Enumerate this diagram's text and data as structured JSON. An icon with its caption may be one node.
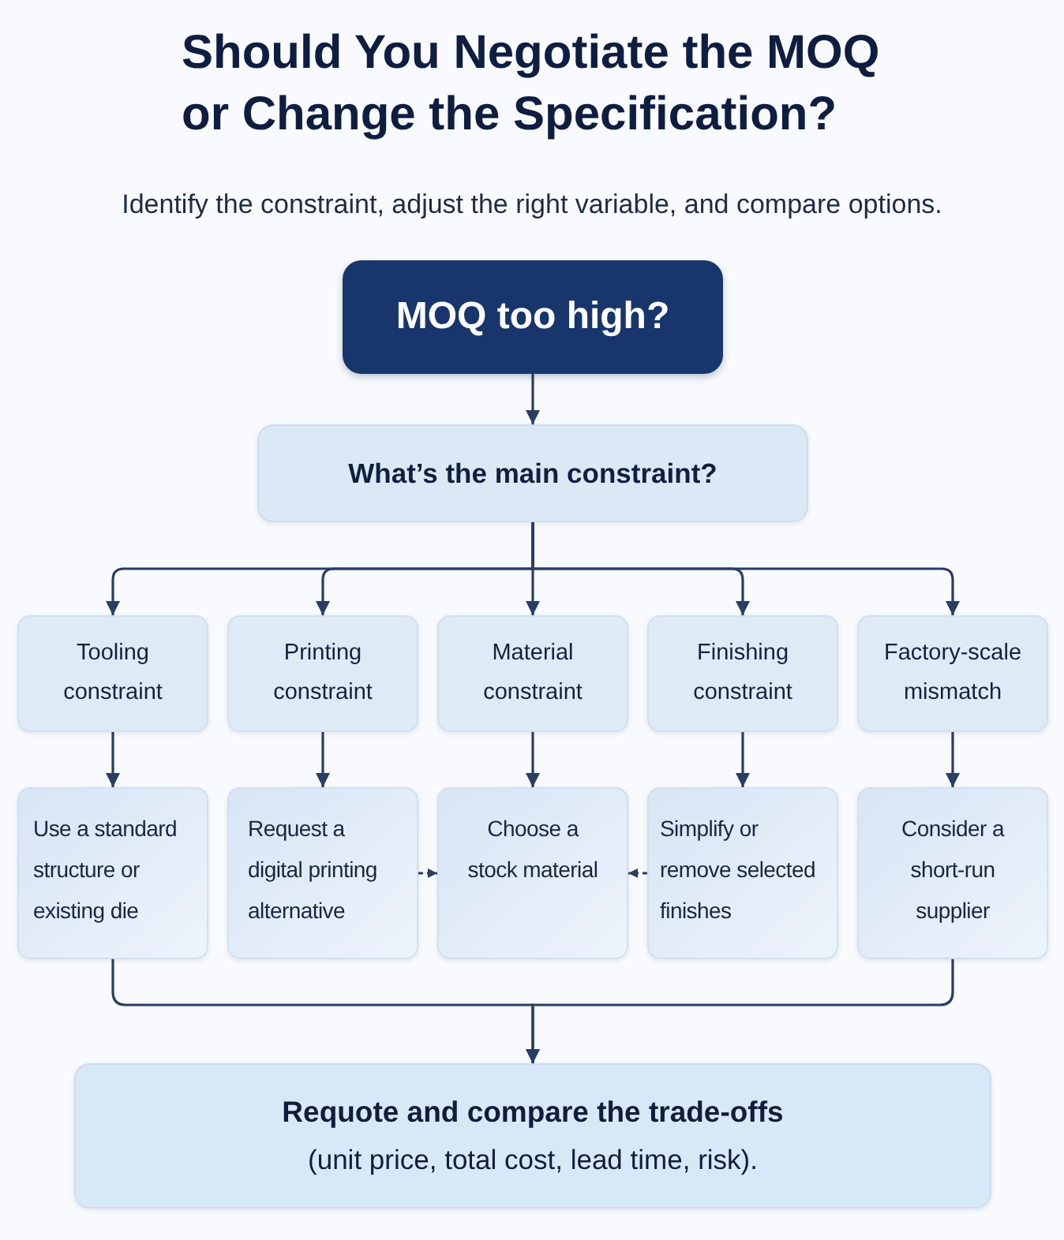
{
  "diagram": {
    "title": "Should You Negotiate the MOQ or Change the Specification?",
    "nodes": [
      {
        "text": [
          "MOQ too high?"
        ]
      },
      {
        "text": [
          "What’s the main constraint?"
        ]
      },
      {
        "text": [
          "Tooling constraint"
        ]
      },
      {
        "text": [
          "Printing constraint"
        ]
      },
      {
        "text": [
          "Material constraint"
        ]
      },
      {
        "text": [
          "Finishing constraint"
        ]
      },
      {
        "text": [
          "Factory-scale mismatch"
        ]
      },
      {
        "text": [
          "Use a standard structure or existing die"
        ]
      },
      {
        "text": [
          "Request a digital printing alternative"
        ]
      },
      {
        "text": [
          "Choose a stock material"
        ]
      },
      {
        "text": [
          "Simplify or remove selected finishes"
        ]
      },
      {
        "text": [
          "Consider a short-run supplier"
        ]
      },
      {
        "text": [
          "Requote and compare the trade-offs",
          "(unit price, total cost, lead time, risk)."
        ]
      }
    ],
    "edges": [
      {
        "from": 0,
        "to": 1,
        "arrow": "to"
      },
      {
        "from": 1,
        "to": 2,
        "arrow": "to"
      },
      {
        "from": 1,
        "to": 3,
        "arrow": "to"
      },
      {
        "from": 1,
        "to": 4,
        "arrow": "to"
      },
      {
        "from": 1,
        "to": 5,
        "arrow": "to"
      },
      {
        "from": 1,
        "to": 6,
        "arrow": "to"
      },
      {
        "from": 2,
        "to": 7,
        "arrow": "to"
      },
      {
        "from": 3,
        "to": 8,
        "arrow": "to"
      },
      {
        "from": 4,
        "to": 9,
        "arrow": "to"
      },
      {
        "from": 5,
        "to": 10,
        "arrow": "to"
      },
      {
        "from": 6,
        "to": 11,
        "arrow": "to"
      },
      {
        "from": 8,
        "to": 9,
        "arrow": "to",
        "style": "dashed"
      },
      {
        "from": 10,
        "to": 9,
        "arrow": "to",
        "style": "dashed"
      },
      {
        "from": 7,
        "to": 12,
        "arrow": "to"
      },
      {
        "from": 11,
        "to": 12,
        "arrow": "to"
      }
    ],
    "labels": [
      "Identify the constraint, adjust the right variable, and compare options."
    ]
  }
}
